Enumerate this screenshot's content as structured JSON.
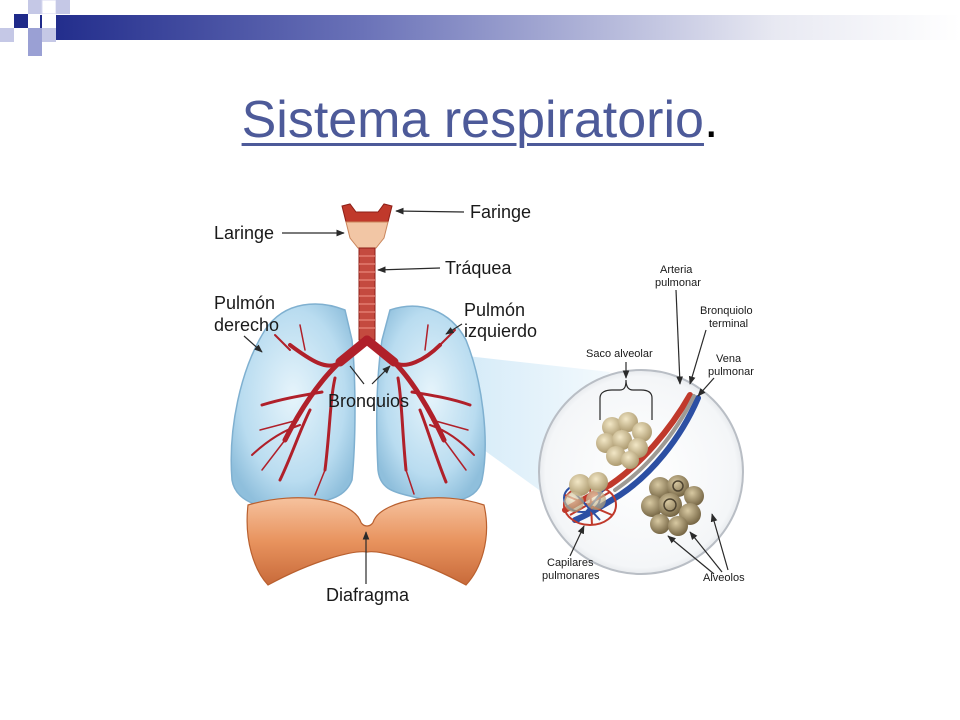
{
  "slide": {
    "title_link": "Sistema respiratorio",
    "title_suffix": "."
  },
  "diagram": {
    "labels": {
      "faringe": "Faringe",
      "laringe": "Laringe",
      "traquea": "Tráquea",
      "pulmon_derecho_1": "Pulmón",
      "pulmon_derecho_2": "derecho",
      "pulmon_izquierdo_1": "Pulmón",
      "pulmon_izquierdo_2": "izquierdo",
      "bronquios": "Bronquios",
      "diafragma": "Diafragma",
      "arteria_1": "Arteria",
      "arteria_2": "pulmonar",
      "bronquiolo_1": "Bronquiolo",
      "bronquiolo_2": "terminal",
      "saco_alveolar": "Saco alveolar",
      "vena_1": "Vena",
      "vena_2": "pulmonar",
      "capilares_1": "Capilares",
      "capilares_2": "pulmonares",
      "alveolos": "Alveolos"
    }
  },
  "colors": {
    "title_link": "#4d5a99",
    "header_dark": "#1f2a8a",
    "header_mid": "#6a72b8",
    "lung_fill": "#bfe0f3",
    "bronchi": "#b0202a",
    "diaphragm": "#e8935e",
    "alveoli": "#d9c79a"
  }
}
